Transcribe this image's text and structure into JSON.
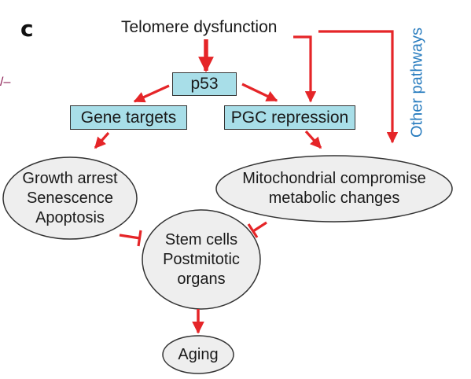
{
  "panel_letter": "c",
  "edge_fragment": "/–",
  "top_label": "Telomere dysfunction",
  "boxes": {
    "p53": "p53",
    "gene_targets": "Gene targets",
    "pgc_repression": "PGC repression"
  },
  "ellipses": {
    "growth": [
      "Growth arrest",
      "Senescence",
      "Apoptosis"
    ],
    "mito": [
      "Mitochondrial compromise",
      "metabolic changes"
    ],
    "stem": [
      "Stem cells",
      "Postmitotic",
      "organs"
    ],
    "aging": "Aging"
  },
  "side_label": "Other pathways",
  "colors": {
    "arrow": "#e52528",
    "box_fill": "#a8dee8",
    "ellipse_fill": "#eeeeee",
    "side_label": "#2a7dbf"
  }
}
